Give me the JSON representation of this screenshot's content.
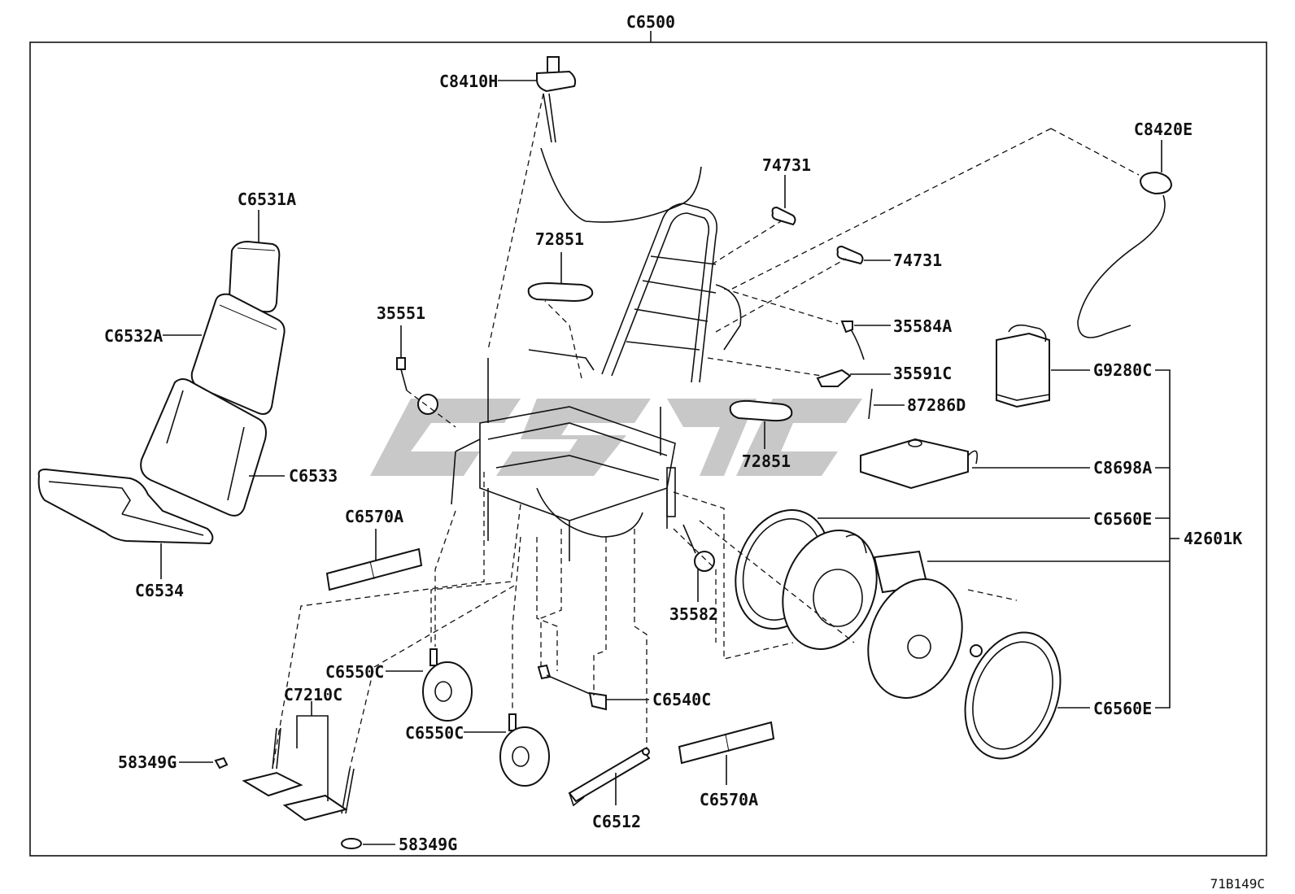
{
  "diagram": {
    "assembly_label": "C6500",
    "ref_code": "71B149C",
    "group_label": "42601K",
    "watermark": "watermark-logo"
  },
  "labels": {
    "c8410h": "C8410H",
    "c8420e": "C8420E",
    "c6531a": "C6531A",
    "c6532a": "C6532A",
    "c6533": "C6533",
    "c6534": "C6534",
    "l74731_top": "74731",
    "l74731_right": "74731",
    "l72851_top": "72851",
    "l72851_mid": "72851",
    "l35551": "35551",
    "l35584a": "35584A",
    "l35591c": "35591C",
    "l87286d": "87286D",
    "g9280c": "G9280C",
    "c8698a": "C8698A",
    "c6560e_top": "C6560E",
    "c6560e_bottom": "C6560E",
    "c6570a_left": "C6570A",
    "c6570a_bottom": "C6570A",
    "l35582": "35582",
    "c6550c_top": "C6550C",
    "c6550c_bottom": "C6550C",
    "c7210c": "C7210C",
    "c6540c": "C6540C",
    "l58349g_left": "58349G",
    "l58349g_bottom": "58349G",
    "c6512": "C6512"
  }
}
